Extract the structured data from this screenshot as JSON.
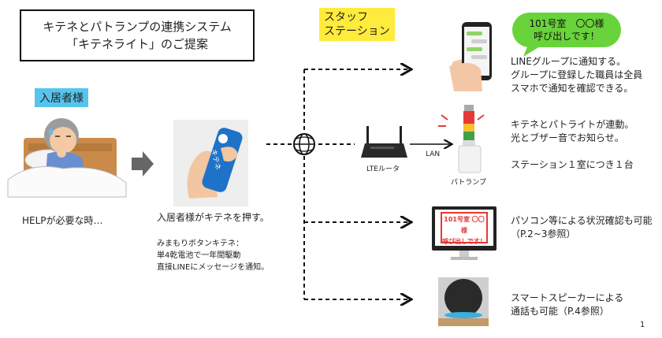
{
  "title": {
    "line1": "キテネとパトランプの連携システム",
    "line2": "「キテネライト」のご提案"
  },
  "resident_tag": "入居者様",
  "staff_tag": {
    "line1": "スタッフ",
    "line2": "ステーション"
  },
  "bubble": {
    "line1": "101号室　〇〇様",
    "line2": "呼び出しです！"
  },
  "resident_caption": "HELPが必要な時…",
  "press_caption": "入居者様がキテネを押す。",
  "device_desc": [
    "みまもりボタンキテネ：",
    "単4乾電池で一年間駆動",
    "直接LINEにメッセージを通知。"
  ],
  "router_label": "LTEルータ",
  "lan_label": "LAN",
  "lamp_label": "パトランプ",
  "line_desc": [
    "LINEグループに通知する。",
    "グループに登録した職員は全員",
    "スマホで通知を確認できる。"
  ],
  "lamp_desc": [
    "キテネとパトライトが連動。",
    "光とブザー音でお知らせ。",
    "",
    "ステーション１室につき１台"
  ],
  "monitor_screen": {
    "line1": "101号室 〇〇様",
    "line2": "呼び出しです！"
  },
  "pc_desc": [
    "パソコン等による状況確認も可能",
    "（P.2~3参照）"
  ],
  "speaker_desc": [
    "スマートスピーカーによる",
    "通話も可能（P.4参照）"
  ],
  "button_text": "キテネ",
  "page_number": "1",
  "colors": {
    "cyan": "#56c5ee",
    "yellow": "#ffeb3b",
    "green": "#69d33b",
    "red": "#e53935"
  }
}
